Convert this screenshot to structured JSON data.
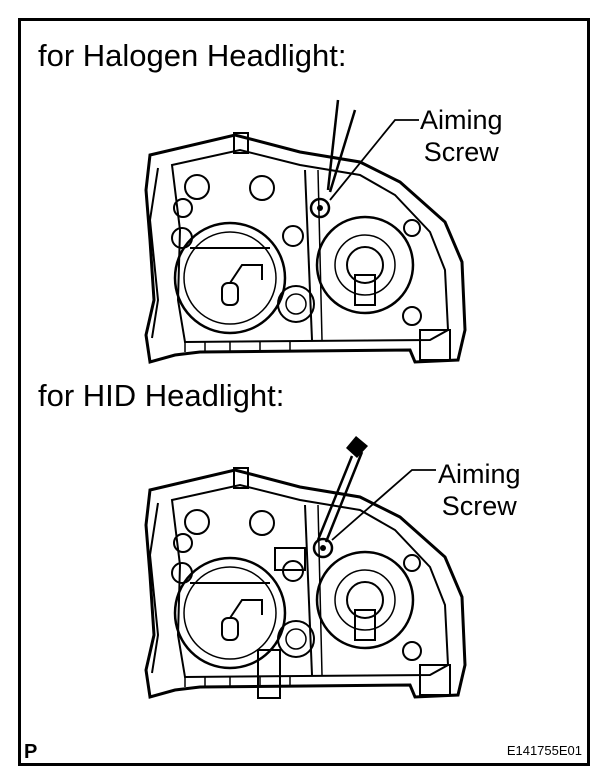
{
  "sections": [
    {
      "heading": "for Halogen Headlight:",
      "callout": [
        "Aiming",
        "Screw"
      ]
    },
    {
      "heading": "for HID Headlight:",
      "callout": [
        "Aiming",
        "Screw"
      ]
    }
  ],
  "footer": {
    "left": "P",
    "code": "E141755E01"
  }
}
